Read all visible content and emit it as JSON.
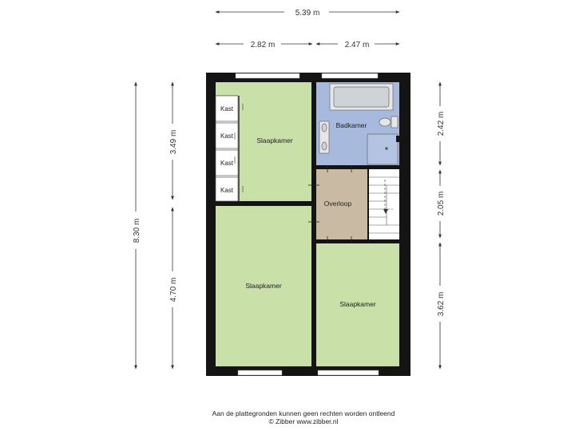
{
  "dimensions": {
    "top_total": "5.39 m",
    "top_left": "2.82 m",
    "top_right": "2.47 m",
    "left_total": "8.30 m",
    "left_upper": "3.49 m",
    "left_lower": "4.70 m",
    "right_upper": "2.42 m",
    "right_middle": "2.05 m",
    "right_lower": "3.62 m"
  },
  "rooms": {
    "bedroom_top_left": "Slaapkamer",
    "bathroom": "Badkamer",
    "landing": "Overloop",
    "bedroom_bottom_left": "Slaapkamer",
    "bedroom_bottom_right": "Slaapkamer",
    "closets": [
      "Kast",
      "Kast",
      "Kast",
      "Kast"
    ]
  },
  "colors": {
    "bedroom": "#c9e0a9",
    "bathroom": "#a7b9dd",
    "landing": "#c9bba3",
    "wall": "#141414"
  },
  "footer": {
    "disclaimer": "Aan de plattegronden kunnen geen rechten worden ontleend",
    "copyright": "© Zibber www.zibber.nl"
  }
}
